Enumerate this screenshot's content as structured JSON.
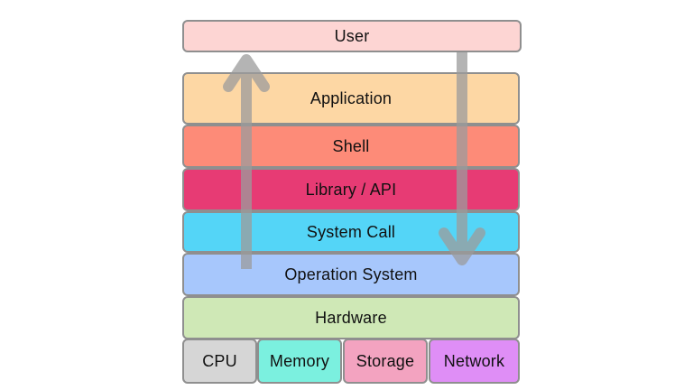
{
  "layers": {
    "user": {
      "label": "User",
      "color": "#fdd5d3"
    },
    "application": {
      "label": "Application",
      "color": "#fdd7a4"
    },
    "shell": {
      "label": "Shell",
      "color": "#fd8b78"
    },
    "library": {
      "label": "Library / API",
      "color": "#e73b74"
    },
    "system_call": {
      "label": "System Call",
      "color": "#54d5f7"
    },
    "operation_system": {
      "label": "Operation System",
      "color": "#a7c7fc"
    },
    "hardware": {
      "label": "Hardware",
      "color": "#cfe8b6"
    }
  },
  "hardware_components": [
    {
      "label": "CPU",
      "color": "#d6d6d6"
    },
    {
      "label": "Memory",
      "color": "#7bf0df"
    },
    {
      "label": "Storage",
      "color": "#f3a3c0"
    },
    {
      "label": "Network",
      "color": "#df8ef6"
    }
  ],
  "arrows": {
    "up": {
      "direction": "up",
      "color": "#9c9c9c"
    },
    "down": {
      "direction": "down",
      "color": "#9c9c9c"
    }
  }
}
